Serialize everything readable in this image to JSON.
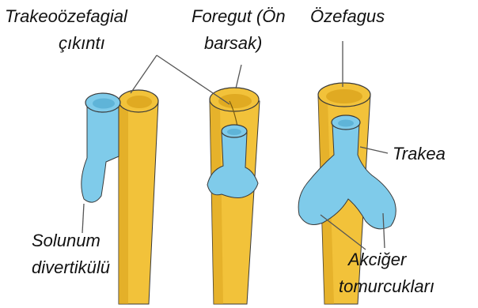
{
  "labels": {
    "tracheoesophageal_1": "Trakeoözefagial",
    "tracheoesophageal_2": "çıkıntı",
    "foregut_1": "Foregut (Ön",
    "foregut_2": "barsak)",
    "esophagus": "Özefagus",
    "trachea": "Trakea",
    "resp_diverticulum_1": "Solunum",
    "resp_diverticulum_2": "divertikülü",
    "lung_buds_1": "Akciğer",
    "lung_buds_2": "tomurcukları"
  },
  "colors": {
    "esophagus_yellow": "#f2c23a",
    "esophagus_shadow": "#d9a21c",
    "trachea_blue": "#7fcbea",
    "trachea_shadow": "#5fb4d8",
    "outline": "#3a3a3a",
    "leader_line": "#555555"
  }
}
